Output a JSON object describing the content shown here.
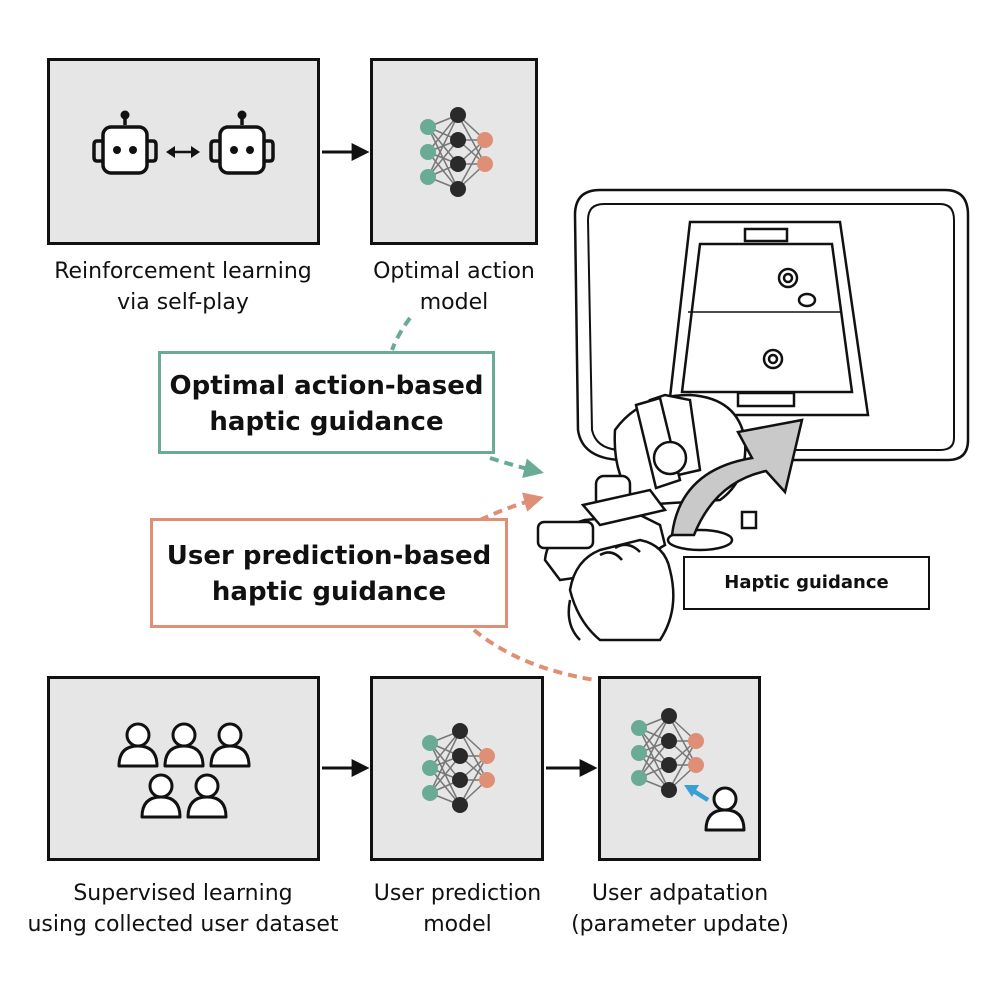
{
  "captions": {
    "rl": [
      "Reinforcement learning",
      "via self-play"
    ],
    "optimal_model": [
      "Optimal action",
      "model"
    ],
    "supervised": [
      "Supervised learning",
      "using collected user dataset"
    ],
    "user_model": [
      "User prediction",
      "model"
    ],
    "adaptation": [
      "User adpatation",
      "(parameter update)"
    ]
  },
  "guidance": {
    "optimal": [
      "Optimal action-based",
      "haptic guidance"
    ],
    "user": [
      "User prediction-based",
      "haptic guidance"
    ],
    "haptic": "Haptic guidance"
  },
  "colors": {
    "green": "#6aab96",
    "orange": "#df8f75",
    "blue": "#3a9fd6",
    "panel_fill": "#e6e6e6",
    "stroke": "#111111"
  },
  "icons": [
    "robot-icon",
    "bidirectional-arrow-icon",
    "neural-network-icon",
    "user-icon",
    "air-hockey-device"
  ]
}
